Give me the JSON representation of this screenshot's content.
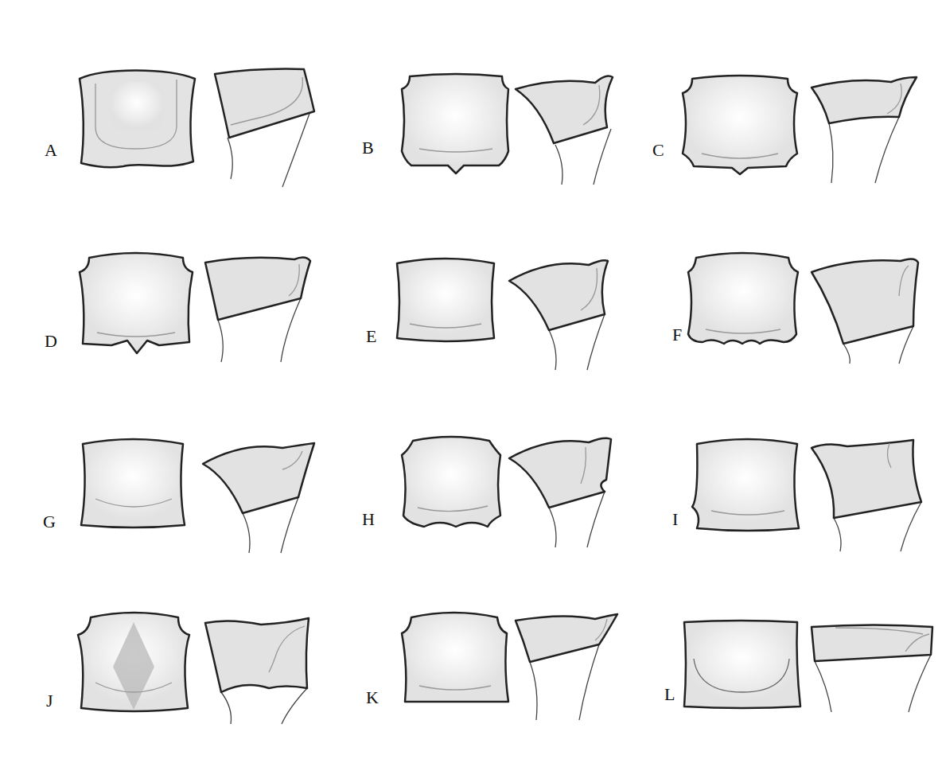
{
  "diagram": {
    "labels": [
      "A",
      "B",
      "C",
      "D",
      "E",
      "F",
      "G",
      "H",
      "I",
      "J",
      "K",
      "L"
    ]
  }
}
